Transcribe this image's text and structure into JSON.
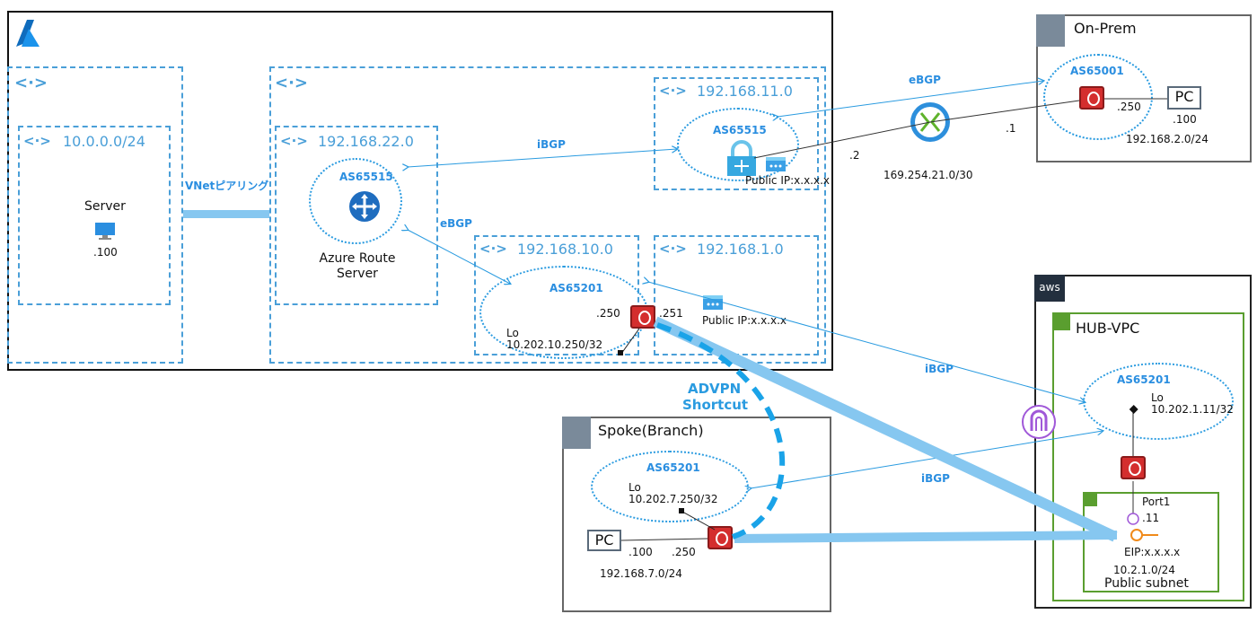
{
  "azure": {
    "vnet_left": {
      "subnet": "10.0.0.0/24",
      "server_label": "Server",
      "server_ip": ".100"
    },
    "peering_label": "VNetピアリング",
    "subnet_22": "192.168.22.0",
    "route_server": {
      "asn": "AS65515",
      "name": "Azure Route\nServer",
      "name_line1": "Azure Route",
      "name_line2": "Server"
    },
    "subnet_11": "192.168.11.0",
    "vpngw": {
      "asn": "AS65515",
      "public_ip": "Public IP:x.x.x.x"
    },
    "ibgp_top": "iBGP",
    "ebgp_mid": "eBGP",
    "subnet_10": "192.168.10.0",
    "subnet_1": "192.168.1.0",
    "fw_azure": {
      "asn": "AS65201",
      "ip_250": ".250",
      "ip_251": ".251",
      "lo_label": "Lo",
      "lo_ip": "10.202.10.250/32",
      "public_ip": "Public IP:x.x.x.x"
    }
  },
  "onprem": {
    "title": "On-Prem",
    "asn": "AS65001",
    "ip_250": ".250",
    "pc_label": "PC",
    "pc_ip": ".100",
    "subnet": "192.168.2.0/24",
    "ebgp_label": "eBGP",
    "ip_1": ".1",
    "ip_2": ".2",
    "link_subnet": "169.254.21.0/30"
  },
  "advpn": {
    "line1": "ADVPN",
    "line2": "Shortcut"
  },
  "ibgp_right": "iBGP",
  "ibgp_lower": "iBGP",
  "spoke": {
    "title": "Spoke(Branch)",
    "asn": "AS65201",
    "lo_label": "Lo",
    "lo_ip": "10.202.7.250/32",
    "pc_label": "PC",
    "pc_ip": ".100",
    "fw_ip": ".250",
    "subnet": "192.168.7.0/24"
  },
  "aws": {
    "logo": "aws",
    "vpc_title": "HUB-VPC",
    "asn": "AS65201",
    "lo_label": "Lo",
    "lo_ip": "10.202.1.11/32",
    "port": "Port1",
    "port_ip": ".11",
    "eip": "EIP:x.x.x.x",
    "subnet": "10.2.1.0/24",
    "subnet_name": "Public subnet"
  }
}
